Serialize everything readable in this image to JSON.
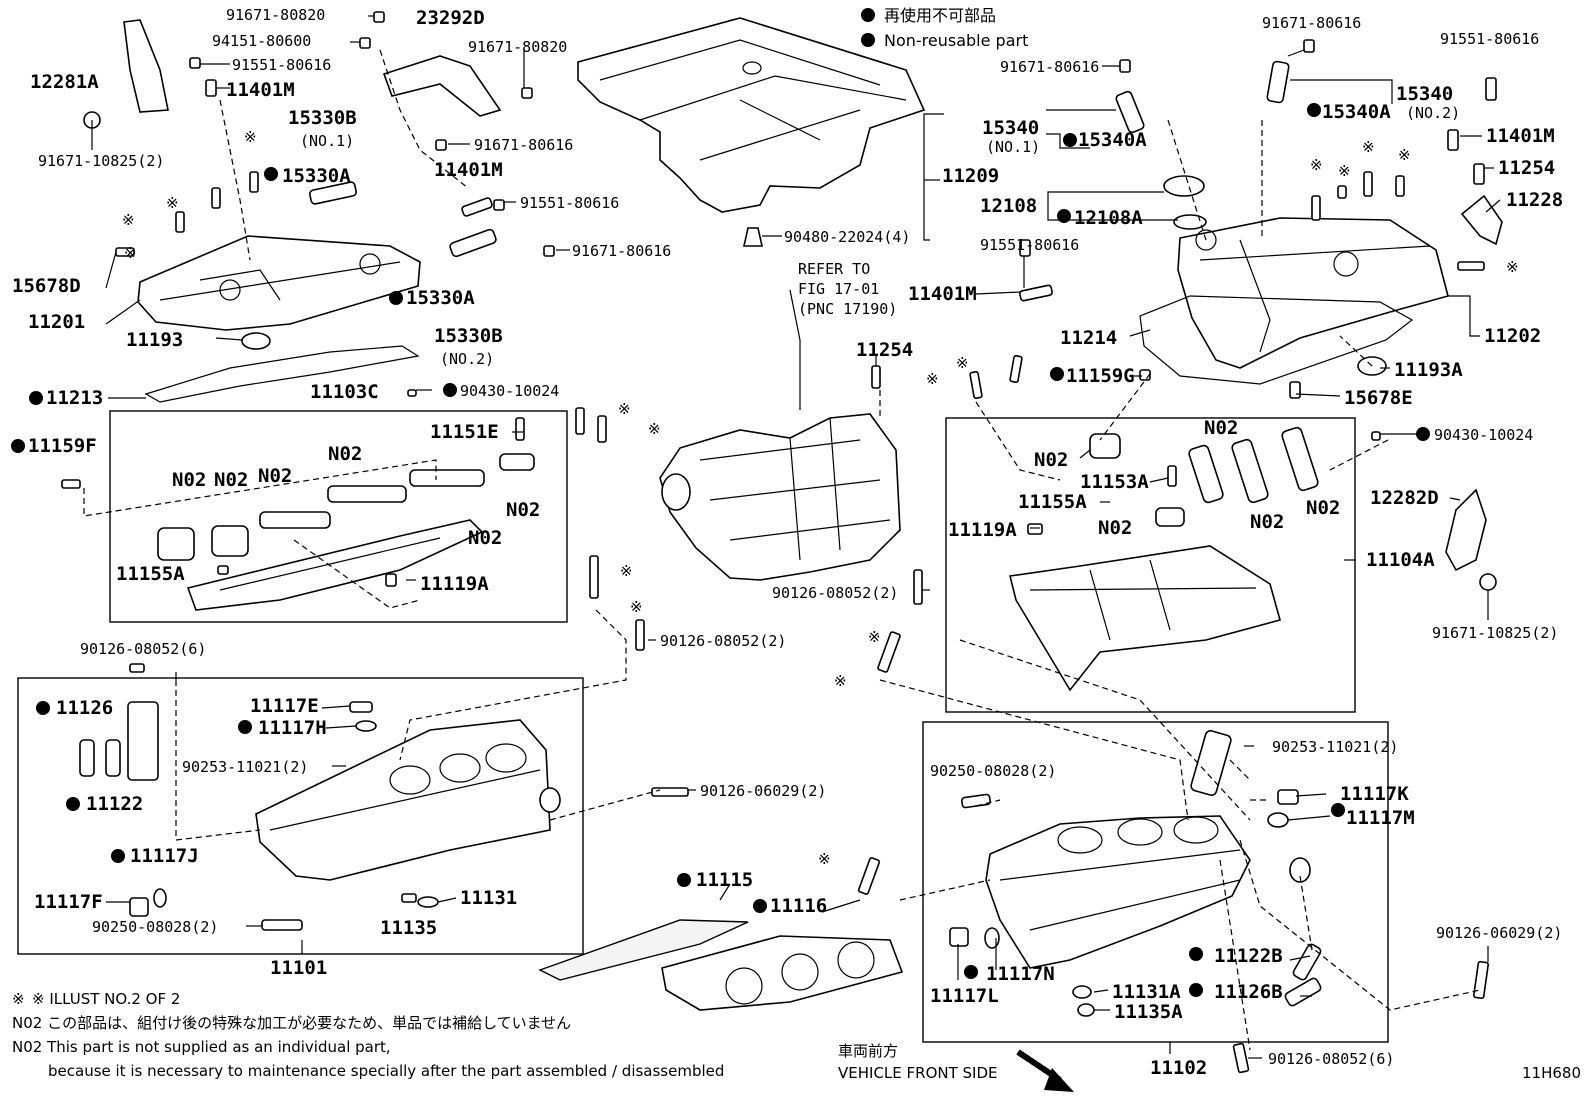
{
  "diagram_code": "11H680",
  "legend": {
    "jp": "再使用不可部品",
    "en": "Non-reusable part"
  },
  "notes": {
    "illust": "※  ILLUST NO.2 OF 2",
    "n02_jp": "N02 この部品は、組付け後の特殊な加工が必要なため、単品では補給していません",
    "n02_en1": "N02 This part is not supplied as an individual part,",
    "n02_en2": "because it is necessary to maintenance specially after the part assembled / disassembled"
  },
  "front_side": {
    "jp": "車両前方",
    "en": "VEHICLE FRONT SIDE"
  },
  "refer": {
    "l1": "REFER TO",
    "l2": "FIG 17-01",
    "l3": "(PNC 17190)"
  },
  "labels": [
    {
      "id": "91671-80820",
      "text": "91671-80820"
    },
    {
      "id": "23292D",
      "text": "23292D"
    },
    {
      "id": "94151-80600",
      "text": "94151-80600"
    },
    {
      "id": "91671-80820b",
      "text": "91671-80820"
    },
    {
      "id": "12281A",
      "text": "12281A"
    },
    {
      "id": "91551-80616a",
      "text": "91551-80616"
    },
    {
      "id": "11401Ma",
      "text": "11401M"
    },
    {
      "id": "15330B1",
      "text": "15330B"
    },
    {
      "id": "no1a",
      "text": "(NO.1)"
    },
    {
      "id": "91671-10825a",
      "text": "91671-10825(2)"
    },
    {
      "id": "91671-80616a",
      "text": "91671-80616"
    },
    {
      "id": "15330Aa",
      "text": "15330A"
    },
    {
      "id": "11401Mb",
      "text": "11401M"
    },
    {
      "id": "91551-80616b",
      "text": "91551-80616"
    },
    {
      "id": "91671-80616b",
      "text": "91671-80616"
    },
    {
      "id": "15678D",
      "text": "15678D"
    },
    {
      "id": "15330Ab",
      "text": "15330A"
    },
    {
      "id": "11201",
      "text": "11201"
    },
    {
      "id": "11193",
      "text": "11193"
    },
    {
      "id": "15330B2",
      "text": "15330B"
    },
    {
      "id": "no2a",
      "text": "(NO.2)"
    },
    {
      "id": "11213",
      "text": "11213"
    },
    {
      "id": "11103C",
      "text": "11103C"
    },
    {
      "id": "90430-10024a",
      "text": "90430-10024"
    },
    {
      "id": "11159F",
      "text": "11159F"
    },
    {
      "id": "11151E",
      "text": "11151E"
    },
    {
      "id": "N02a",
      "text": "N02"
    },
    {
      "id": "N02b",
      "text": "N02"
    },
    {
      "id": "N02c",
      "text": "N02"
    },
    {
      "id": "N02d",
      "text": "N02"
    },
    {
      "id": "N02e",
      "text": "N02"
    },
    {
      "id": "N02f",
      "text": "N02"
    },
    {
      "id": "11155Aa",
      "text": "11155A"
    },
    {
      "id": "11119Aa",
      "text": "11119A"
    },
    {
      "id": "90126-08052-6",
      "text": "90126-08052(6)"
    },
    {
      "id": "90126-08052-2a",
      "text": "90126-08052(2)"
    },
    {
      "id": "11126",
      "text": "11126"
    },
    {
      "id": "11117E",
      "text": "11117E"
    },
    {
      "id": "11117H",
      "text": "11117H"
    },
    {
      "id": "90253-11021a",
      "text": "90253-11021(2)"
    },
    {
      "id": "11122",
      "text": "11122"
    },
    {
      "id": "90126-06029a",
      "text": "90126-06029(2)"
    },
    {
      "id": "11117J",
      "text": "11117J"
    },
    {
      "id": "11117F",
      "text": "11117F"
    },
    {
      "id": "90250-08028a",
      "text": "90250-08028(2)"
    },
    {
      "id": "11131",
      "text": "11131"
    },
    {
      "id": "11135",
      "text": "11135"
    },
    {
      "id": "11101",
      "text": "11101"
    },
    {
      "id": "11115",
      "text": "11115"
    },
    {
      "id": "11116",
      "text": "11116"
    },
    {
      "id": "11209",
      "text": "11209"
    },
    {
      "id": "90480-22024",
      "text": "90480-22024(4)"
    },
    {
      "id": "11254a",
      "text": "11254"
    },
    {
      "id": "90126-08052-2b",
      "text": "90126-08052(2)"
    },
    {
      "id": "91671-80616c",
      "text": "91671-80616"
    },
    {
      "id": "91671-80616d",
      "text": "91671-80616"
    },
    {
      "id": "91551-80616c",
      "text": "91551-80616"
    },
    {
      "id": "15340a",
      "text": "15340"
    },
    {
      "id": "no1b",
      "text": "(NO.1)"
    },
    {
      "id": "15340Aa",
      "text": "15340A"
    },
    {
      "id": "15340b",
      "text": "15340"
    },
    {
      "id": "no2b",
      "text": "(NO.2)"
    },
    {
      "id": "15340Ab",
      "text": "15340A"
    },
    {
      "id": "11401Mc",
      "text": "11401M"
    },
    {
      "id": "11254b",
      "text": "11254"
    },
    {
      "id": "12108",
      "text": "12108"
    },
    {
      "id": "12108A",
      "text": "12108A"
    },
    {
      "id": "11228",
      "text": "11228"
    },
    {
      "id": "91551-80616d",
      "text": "91551-80616"
    },
    {
      "id": "11401Md",
      "text": "11401M"
    },
    {
      "id": "11214",
      "text": "11214"
    },
    {
      "id": "11202",
      "text": "11202"
    },
    {
      "id": "11193A",
      "text": "11193A"
    },
    {
      "id": "15678E",
      "text": "15678E"
    },
    {
      "id": "11159G",
      "text": "11159G"
    },
    {
      "id": "90430-10024b",
      "text": "90430-10024"
    },
    {
      "id": "N02g",
      "text": "N02"
    },
    {
      "id": "N02h",
      "text": "N02"
    },
    {
      "id": "11153A",
      "text": "11153A"
    },
    {
      "id": "11155Ab",
      "text": "11155A"
    },
    {
      "id": "N02i",
      "text": "N02"
    },
    {
      "id": "N02j",
      "text": "N02"
    },
    {
      "id": "N02k",
      "text": "N02"
    },
    {
      "id": "12282D",
      "text": "12282D"
    },
    {
      "id": "11119Ab",
      "text": "11119A"
    },
    {
      "id": "11104A",
      "text": "11104A"
    },
    {
      "id": "91671-10825b",
      "text": "91671-10825(2)"
    },
    {
      "id": "90253-11021b",
      "text": "90253-11021(2)"
    },
    {
      "id": "90250-08028b",
      "text": "90250-08028(2)"
    },
    {
      "id": "11117K",
      "text": "11117K"
    },
    {
      "id": "11117M",
      "text": "11117M"
    },
    {
      "id": "90126-06029b",
      "text": "90126-06029(2)"
    },
    {
      "id": "11122B",
      "text": "11122B"
    },
    {
      "id": "11117N",
      "text": "11117N"
    },
    {
      "id": "11117L",
      "text": "11117L"
    },
    {
      "id": "11131A",
      "text": "11131A"
    },
    {
      "id": "11135A",
      "text": "11135A"
    },
    {
      "id": "11126B",
      "text": "11126B"
    },
    {
      "id": "11102",
      "text": "11102"
    },
    {
      "id": "90126-08052-6b",
      "text": "90126-08052(6)"
    }
  ]
}
